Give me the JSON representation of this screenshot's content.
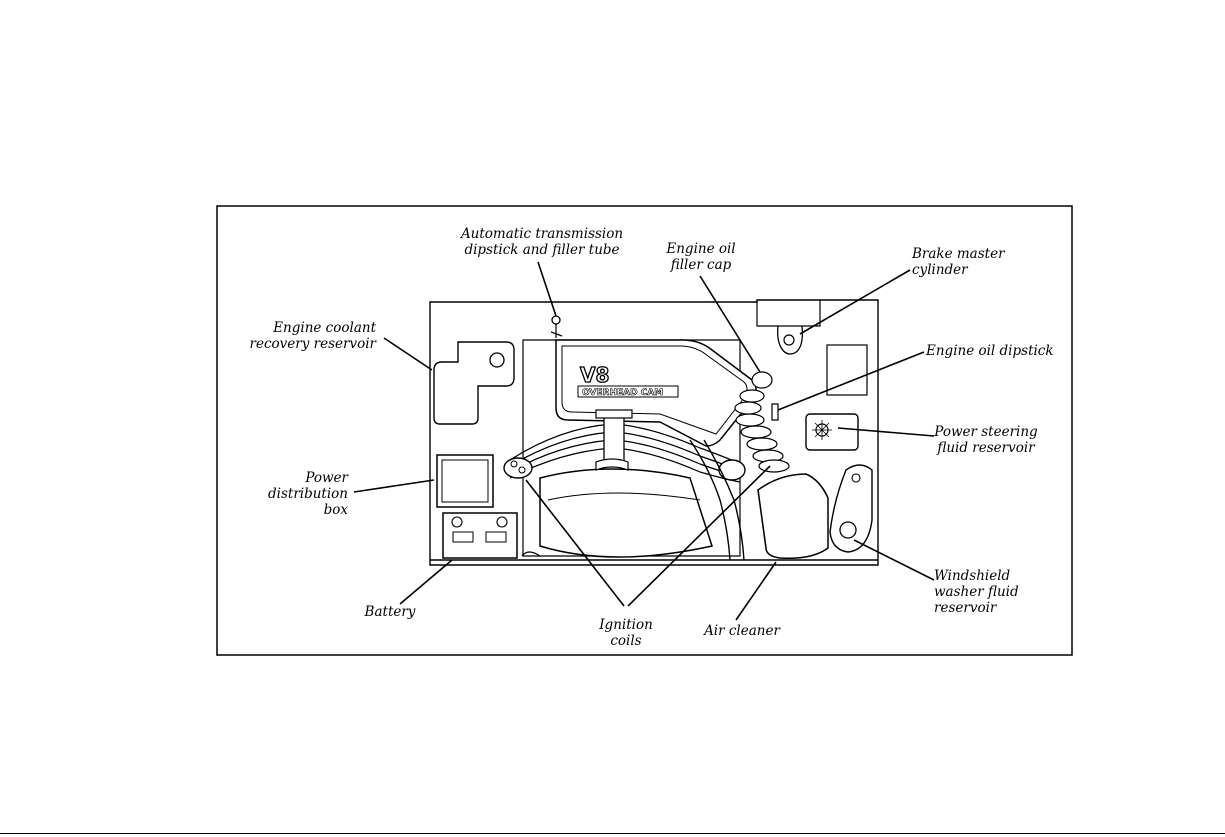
{
  "diagram": {
    "labels": {
      "transmission_dipstick": [
        "Automatic transmission",
        "dipstick and filler tube"
      ],
      "engine_oil_filler_cap": [
        "Engine oil",
        "filler cap"
      ],
      "brake_master_cylinder": [
        "Brake master",
        "cylinder"
      ],
      "engine_coolant_reservoir": [
        "Engine coolant",
        "recovery reservoir"
      ],
      "engine_oil_dipstick": [
        "Engine oil dipstick"
      ],
      "power_steering_reservoir": [
        "Power steering",
        "fluid reservoir"
      ],
      "power_distribution_box": [
        "Power",
        "distribution",
        "box"
      ],
      "windshield_washer_reservoir": [
        "Windshield",
        "washer fluid",
        "reservoir"
      ],
      "battery": [
        "Battery"
      ],
      "ignition_coils": [
        "Ignition",
        "coils"
      ],
      "air_cleaner": [
        "Air cleaner"
      ]
    },
    "engine_cover_text": {
      "badge": "V8",
      "subtitle": "OVERHEAD CAM"
    }
  }
}
